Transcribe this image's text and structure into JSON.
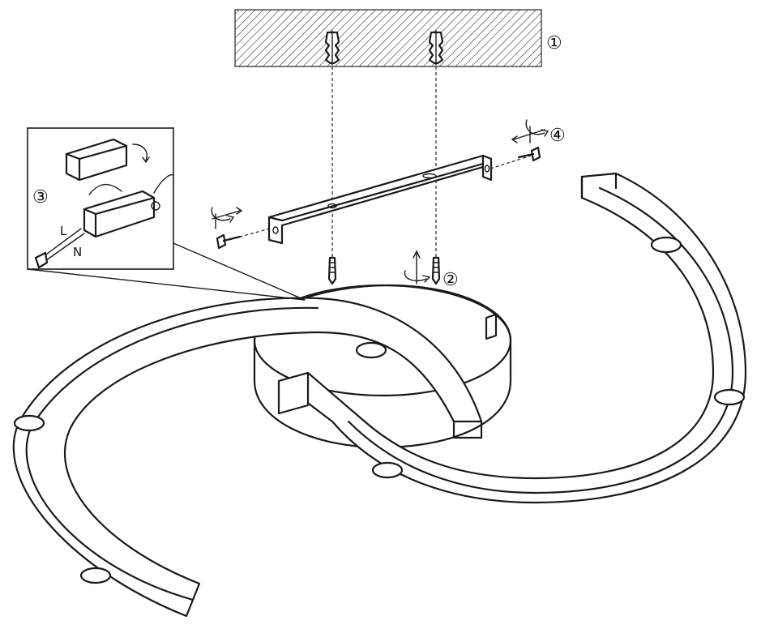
{
  "callouts": {
    "step1": "①",
    "step2": "②",
    "step3": "③",
    "step4": "④"
  },
  "wiring": {
    "live": "L",
    "neutral": "N"
  },
  "icons": {
    "ceiling": "ceiling-hatch-icon",
    "anchor": "wall-anchor-icon",
    "screw": "screw-icon",
    "bracket": "mounting-bracket-icon",
    "terminal": "terminal-block-icon",
    "rotate": "rotate-arrow-icon"
  }
}
